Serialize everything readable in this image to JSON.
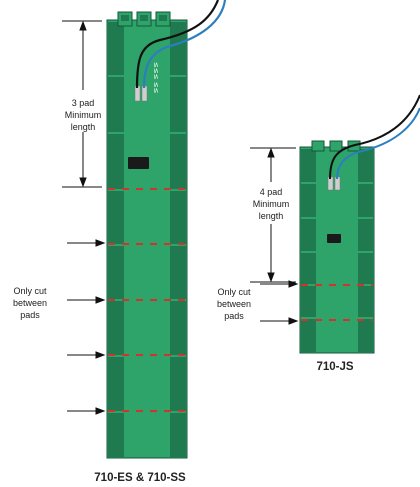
{
  "left": {
    "dim_label": [
      "3 pad",
      "Minimum",
      "length"
    ],
    "cut_label": [
      "Only cut",
      "between",
      "pads"
    ],
    "caption": "710-ES & 710-SS",
    "marking_text": "≤≤≤ ≤≤"
  },
  "right": {
    "dim_label": [
      "4 pad",
      "Minimum",
      "length"
    ],
    "cut_label": [
      "Only cut",
      "between",
      "pads"
    ],
    "caption": "710-JS"
  },
  "colors": {
    "board": "#2ea36a",
    "board_dark": "#1d6e48",
    "board_edge": "#15573a",
    "cut_line": "#d0342c",
    "chip": "#1a1a1a",
    "wire_black": "#111111",
    "wire_blue": "#2b7fc1",
    "terminal": "#cfcfcf"
  }
}
